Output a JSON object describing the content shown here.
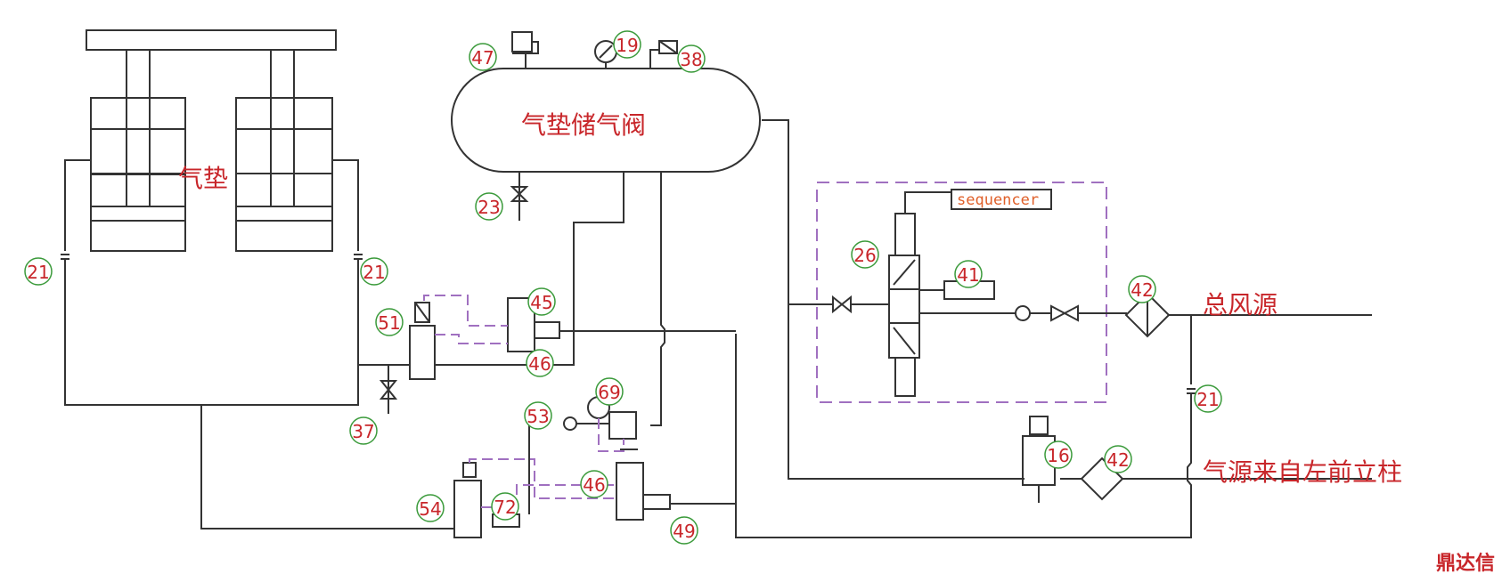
{
  "labels": {
    "cushion": "气垫",
    "tank": "气垫储气阀",
    "main_air": "总风源",
    "air_source": "气源来自左前立柱",
    "sequencer": "sequencer",
    "watermark": "鼎达信"
  },
  "callouts": {
    "c47": "47",
    "c19": "19",
    "c38": "38",
    "c23": "23",
    "c21a": "21",
    "c21b": "21",
    "c21c": "21",
    "c26": "26",
    "c41": "41",
    "c42a": "42",
    "c42b": "42",
    "c51": "51",
    "c45": "45",
    "c46a": "46",
    "c37": "37",
    "c53": "53",
    "c69": "69",
    "c54": "54",
    "c72": "72",
    "c46b": "46",
    "c49": "49",
    "c16": "16"
  },
  "colors": {
    "line": "#333333",
    "callout": "#3a9a3a",
    "label": "#c8262a",
    "pilot": "#a070c0"
  }
}
